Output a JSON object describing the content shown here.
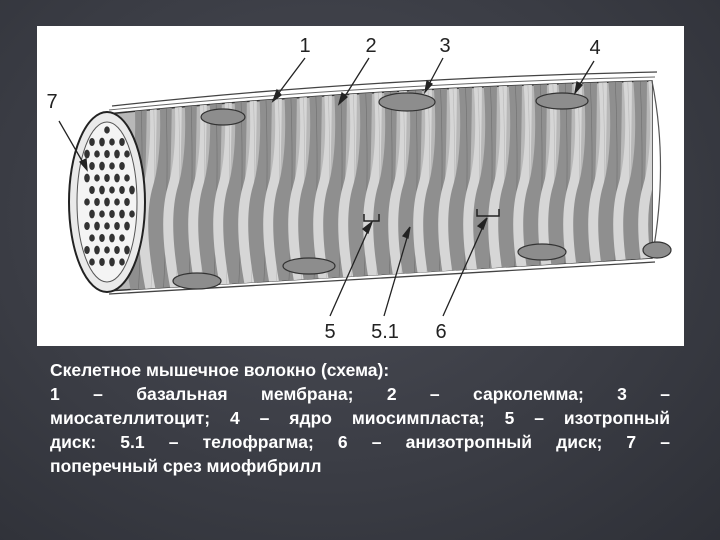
{
  "figure": {
    "labels": {
      "l1": "1",
      "l2": "2",
      "l3": "3",
      "l4": "4",
      "l5": "5",
      "l51": "5.1",
      "l6": "6",
      "l7": "7"
    }
  },
  "caption": {
    "line1": "Скелетное мышечное волокно (схема):",
    "line2": "1 – базальная мембрана; 2 – сарколемма; 3 –",
    "line3": "миосателлитоцит; 4 – ядро миосимпласта; 5 – изотропный",
    "line4": "диск: 5.1 – телофрагма; 6 – анизотропный диск; 7 –",
    "line5": "поперечный срез миофибрилл"
  },
  "colors": {
    "background": "#3b3d45",
    "panel": "#ffffff",
    "caption_text": "#ffffff",
    "fiber_dark": "#8a8a8a",
    "fiber_light": "#d4d4d4"
  }
}
